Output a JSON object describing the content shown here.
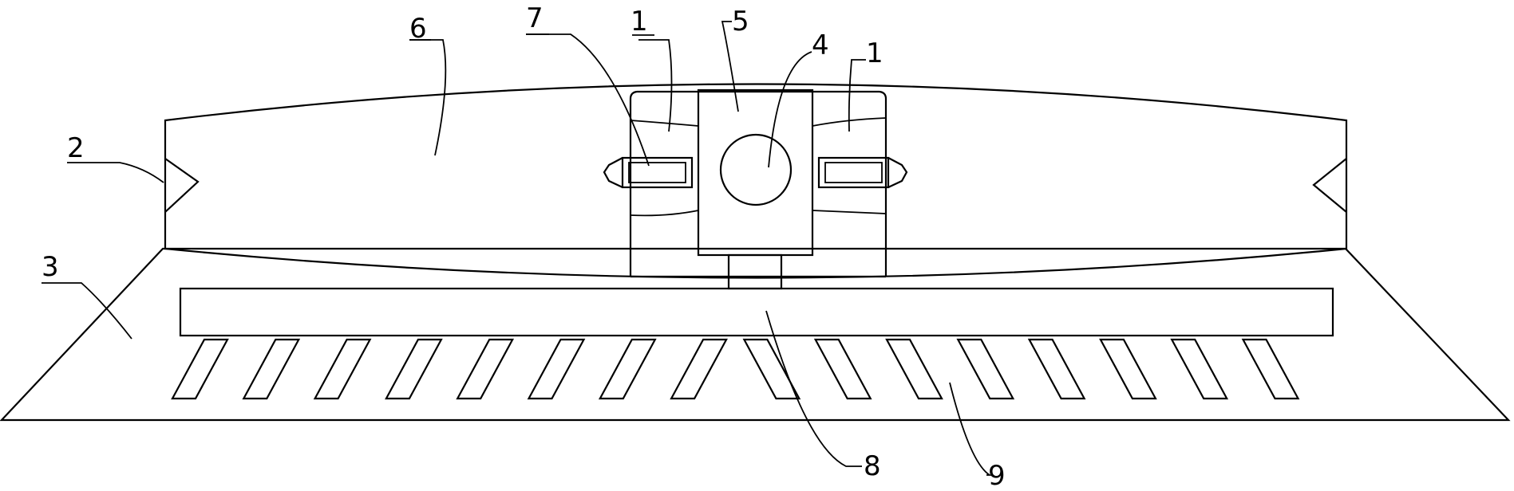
{
  "labels": {
    "one_left": "1",
    "one_right": "1",
    "two": "2",
    "three": "3",
    "four": "4",
    "five": "5",
    "six": "6",
    "seven": "7",
    "eight": "8",
    "nine": "9"
  },
  "slat_count": 16
}
